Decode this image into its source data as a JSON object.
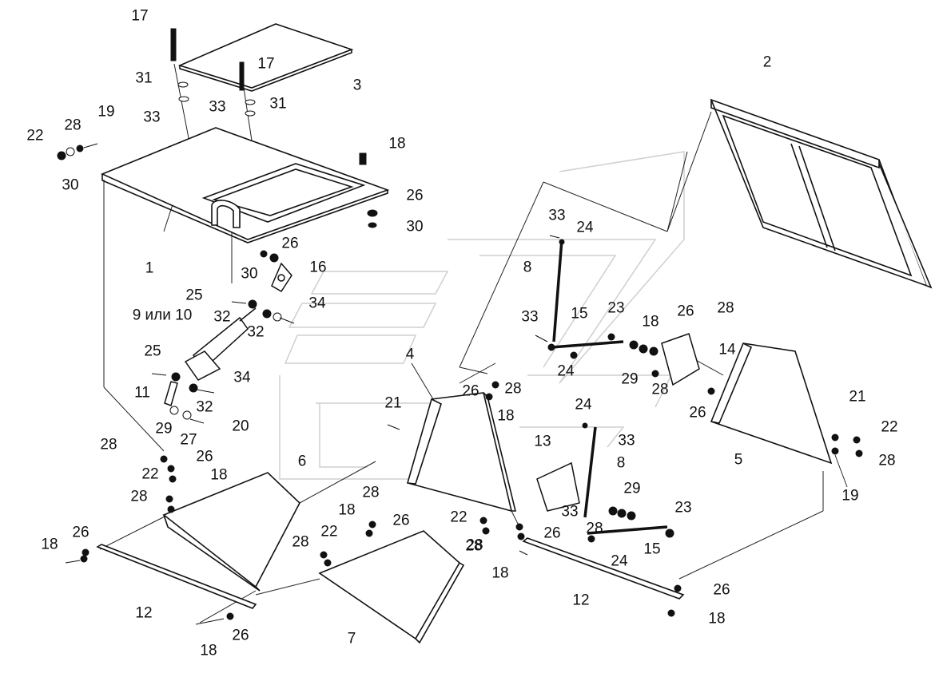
{
  "diagram": {
    "type": "exploded-assembly-drawing",
    "callouts": [
      "17",
      "17",
      "3",
      "31",
      "31",
      "33",
      "33",
      "22",
      "28",
      "19",
      "30",
      "18",
      "26",
      "30",
      "1",
      "26",
      "30",
      "16",
      "25",
      "32",
      "34",
      "9 или 10",
      "32",
      "25",
      "34",
      "11",
      "32",
      "29",
      "20",
      "27",
      "2",
      "33",
      "24",
      "8",
      "33",
      "15",
      "23",
      "26",
      "28",
      "18",
      "14",
      "24",
      "29",
      "28",
      "4",
      "26",
      "28",
      "21",
      "18",
      "26",
      "5",
      "21",
      "22",
      "28",
      "19",
      "24",
      "33",
      "13",
      "8",
      "29",
      "23",
      "33",
      "15",
      "28",
      "26",
      "22",
      "18",
      "28",
      "6",
      "28",
      "18",
      "26",
      "22",
      "18",
      "28",
      "26",
      "28",
      "18",
      "26",
      "12",
      "7",
      "26",
      "18",
      "24",
      "12",
      "18",
      "28",
      "22",
      "26",
      "28"
    ]
  }
}
